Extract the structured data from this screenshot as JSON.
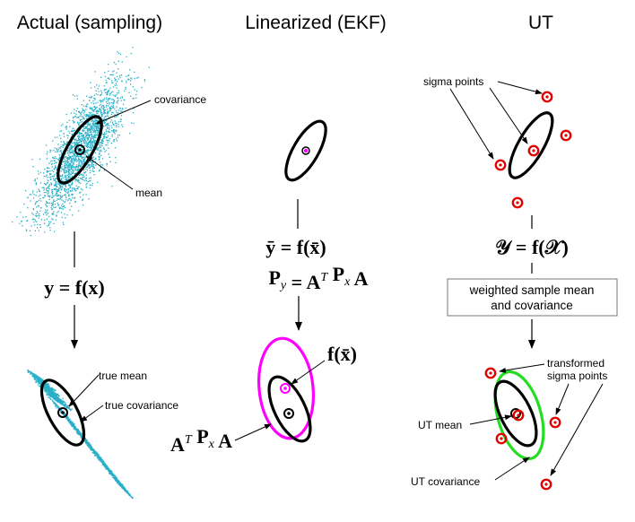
{
  "columns": [
    {
      "title": "Actual (sampling)"
    },
    {
      "title": "Linearized (EKF)"
    },
    {
      "title": "UT"
    }
  ],
  "sampling": {
    "covariance_label": "covariance",
    "mean_label": "mean",
    "equation": "y = f(x)",
    "true_mean_label": "true mean",
    "true_covariance_label": "true covariance"
  },
  "ekf": {
    "equation_y": "ȳ = f(x̄)",
    "equation_p": "P_y = A^T P_x A",
    "fx_label": "f(x̄)",
    "cov_label": "A^T P_x A"
  },
  "ut": {
    "sigma_points_label": "sigma points",
    "equation": "𝒴 = f(𝒳)",
    "box_line1": "weighted sample mean",
    "box_line2": "and covariance",
    "transformed_label_line1": "transformed",
    "transformed_label_line2": "sigma points",
    "ut_mean_label": "UT mean",
    "ut_covariance_label": "UT covariance"
  },
  "colors": {
    "scatter": "#2ab0c8",
    "ekf_magenta": "#ff00ff",
    "sigma_red": "#e00000",
    "ut_green": "#22dd22",
    "ink": "#000000"
  }
}
